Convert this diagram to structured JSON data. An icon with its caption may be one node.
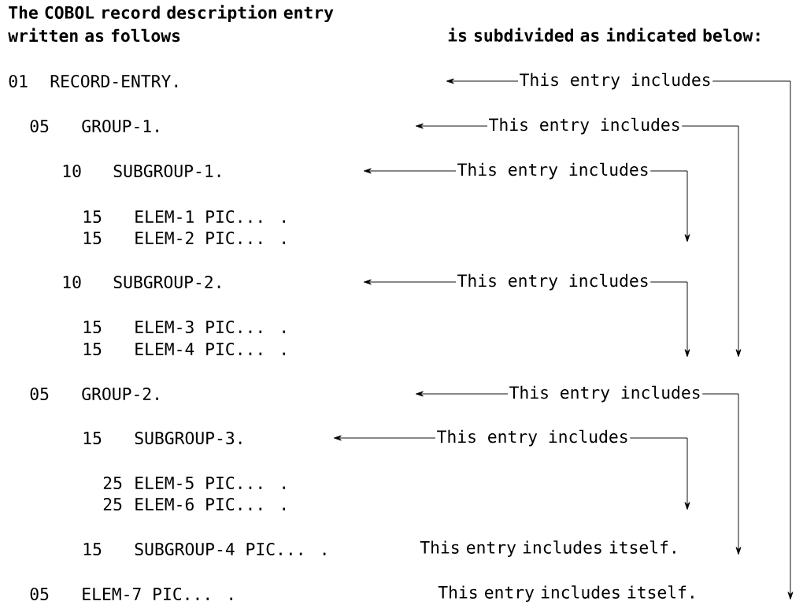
{
  "diagram": {
    "nodes": [
      {
        "text": [
          "01",
          "RECORD-ENTRY."
        ]
      },
      {
        "text": [
          "This entry includes"
        ]
      },
      {
        "text": [
          "05",
          "GROUP-1."
        ]
      },
      {
        "text": [
          "This entry includes"
        ]
      },
      {
        "text": [
          "10",
          "SUBGROUP-1."
        ]
      },
      {
        "text": [
          "This entry includes"
        ]
      },
      {
        "text": [
          "15",
          "ELEM-1 PIC... ."
        ]
      },
      {
        "text": [
          "15",
          "ELEM-2 PIC... ."
        ]
      },
      {
        "text": [
          "10",
          "SUBGROUP-2."
        ]
      },
      {
        "text": [
          "This entry includes"
        ]
      },
      {
        "text": [
          "15",
          "ELEM-3 PIC... ."
        ]
      },
      {
        "text": [
          "15",
          "ELEM-4 PIC... ."
        ]
      },
      {
        "text": [
          "05",
          "GROUP-2."
        ]
      },
      {
        "text": [
          "This entry includes"
        ]
      },
      {
        "text": [
          "15",
          "SUBGROUP-3."
        ]
      },
      {
        "text": [
          "This entry includes"
        ]
      },
      {
        "text": [
          "25",
          "ELEM-5 PIC... ."
        ]
      },
      {
        "text": [
          "25",
          "ELEM-6 PIC... ."
        ]
      },
      {
        "text": [
          "15",
          "SUBGROUP-4 PIC... ."
        ]
      },
      {
        "text": [
          "05",
          "ELEM-7 PIC... ."
        ]
      }
    ],
    "edges": [
      {
        "from": 1,
        "to": null,
        "arrow": "to"
      },
      {
        "from": 1,
        "to": null,
        "arrow": "to"
      },
      {
        "from": 3,
        "to": null,
        "arrow": "to"
      },
      {
        "from": 3,
        "to": null,
        "arrow": "to"
      },
      {
        "from": 5,
        "to": null,
        "arrow": "to"
      },
      {
        "from": 5,
        "to": null,
        "arrow": "to"
      },
      {
        "from": 9,
        "to": null,
        "arrow": "to"
      },
      {
        "from": 9,
        "to": null,
        "arrow": "to"
      },
      {
        "from": 13,
        "to": null,
        "arrow": "to"
      },
      {
        "from": 13,
        "to": null,
        "arrow": "to"
      },
      {
        "from": 15,
        "to": null,
        "arrow": "to"
      },
      {
        "from": 15,
        "to": null,
        "arrow": "to"
      }
    ],
    "labels": [
      "The COBOL record description entry written as follows",
      "is subdivided as indicated below:",
      "This entry includes itself.",
      "This entry includes itself."
    ]
  }
}
